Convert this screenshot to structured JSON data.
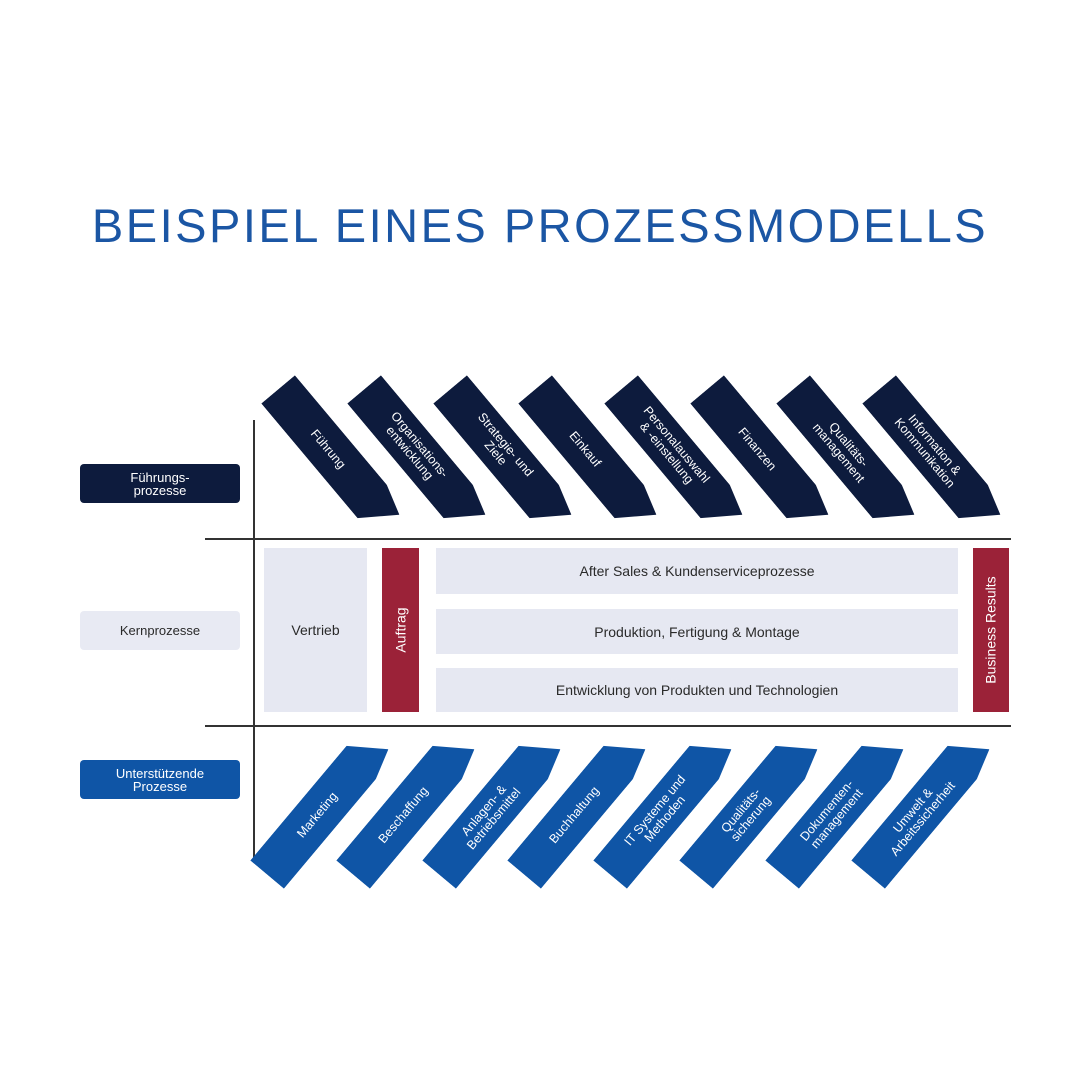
{
  "title": "BEISPIEL EINES PROZESSMODELLS",
  "categories": {
    "leadership": "Führungs-\nprozesse",
    "core": "Kernprozesse",
    "support": "Unterstützende\nProzesse"
  },
  "leadership_processes": [
    "Führung",
    "Organisations-\nentwicklung",
    "Strategie- und\nZiele",
    "Einkauf",
    "Personalauswahl\n& -einstellung",
    "Finanzen",
    "Qualitäts-\nmanagement",
    "Information &\nKommunikation"
  ],
  "core_processes": {
    "sales": "Vertrieb",
    "order": "Auftrag",
    "rows": [
      "After Sales & Kundenserviceprozesse",
      "Produktion, Fertigung & Montage",
      "Entwicklung von Produkten und Technologien"
    ],
    "result": "Business Results"
  },
  "support_processes": [
    "Marketing",
    "Beschaffung",
    "Anlagen- &\nBetriebsmittel",
    "Buchhaltung",
    "IT Systeme und\nMethoden",
    "Qualitäts-\nsicherung",
    "Dokumenten-\nmanagement",
    "Umwelt &\nArbeitssicherheit"
  ],
  "colors": {
    "title": "#1b56a4",
    "leadership": "#0d1b3d",
    "support": "#0f55a6",
    "accent_red": "#9b2238",
    "light": "#e6e8f2"
  }
}
